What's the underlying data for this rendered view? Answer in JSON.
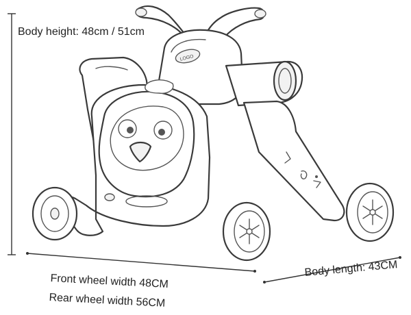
{
  "dimensions": {
    "body_height": "Body height: 48cm / 51cm",
    "front_wheel_width": "Front wheel width 48CM",
    "rear_wheel_width": "Rear wheel width 56CM",
    "body_length": "Body length: 43CM"
  },
  "product": {
    "brand_mark": "LOGO"
  },
  "icons": {
    "wheel_hub": "snowflake-icon",
    "character": "penguin-face-icon"
  },
  "colors": {
    "line": "#3a3a3a",
    "text": "#222222",
    "background": "#ffffff"
  }
}
